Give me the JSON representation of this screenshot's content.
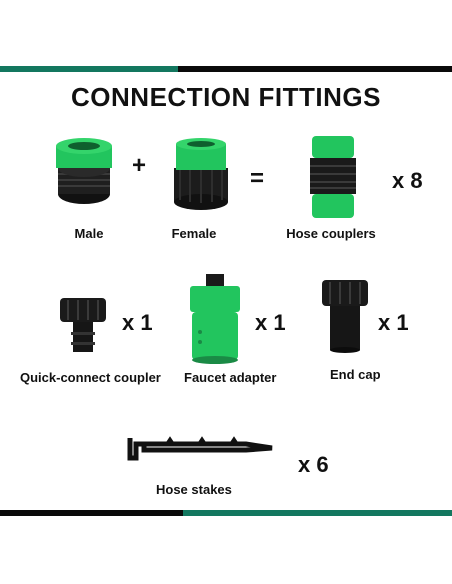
{
  "title": "CONNECTION FITTINGS",
  "operators": {
    "plus": "+",
    "equals": "="
  },
  "items": {
    "male": {
      "label": "Male"
    },
    "female": {
      "label": "Female"
    },
    "hose_couplers": {
      "label": "Hose couplers",
      "qty": "x 8"
    },
    "quick_connect_coupler": {
      "label": "Quick-connect coupler",
      "qty": "x 1"
    },
    "faucet_adapter": {
      "label": "Faucet adapter",
      "qty": "x 1"
    },
    "end_cap": {
      "label": "End cap",
      "qty": "x 1"
    },
    "hose_stakes": {
      "label": "Hose stakes",
      "qty": "x 6"
    }
  },
  "colors": {
    "accent_green": "#13775f",
    "part_green": "#22c55e",
    "part_black": "#1a1a1a"
  }
}
